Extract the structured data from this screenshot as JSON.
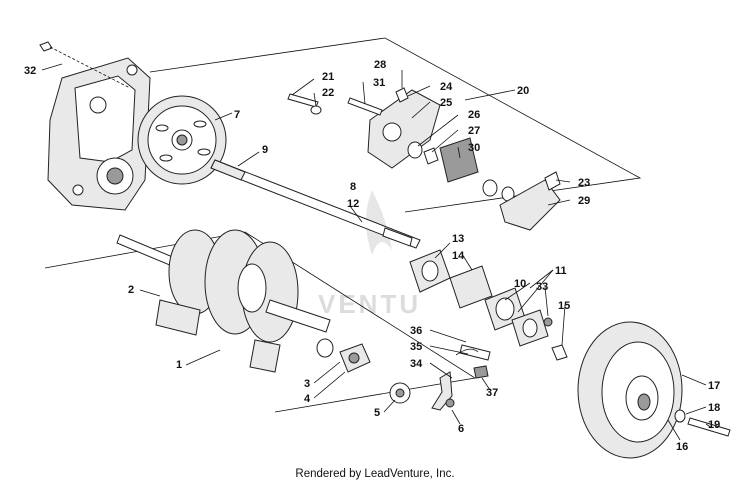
{
  "labels": {
    "l1": "1",
    "l2": "2",
    "l3": "3",
    "l4": "4",
    "l5": "5",
    "l6": "6",
    "l7": "7",
    "l8": "8",
    "l9": "9",
    "l10": "10",
    "l11": "11",
    "l12": "12",
    "l13": "13",
    "l14": "14",
    "l15": "15",
    "l16": "16",
    "l17": "17",
    "l18": "18",
    "l19": "19",
    "l20": "20",
    "l21": "21",
    "l22": "22",
    "l23": "23",
    "l24": "24",
    "l25": "25",
    "l26": "26",
    "l27": "27",
    "l28": "28",
    "l29": "29",
    "l30": "30",
    "l31": "31",
    "l32": "32",
    "l33": "33",
    "l34": "34",
    "l35": "35",
    "l36": "36",
    "l37": "37"
  },
  "watermark": "VENTU",
  "footer": "Rendered by LeadVenture, Inc."
}
